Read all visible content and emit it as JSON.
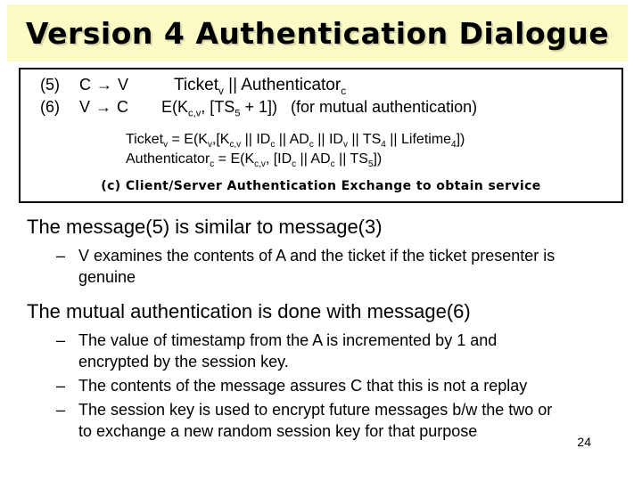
{
  "slide": {
    "title": "Version 4 Authentication Dialogue",
    "page_number": "24"
  },
  "colors": {
    "title_background": "#fbfbc6",
    "text": "#000000",
    "box_border": "#000000",
    "slide_background": "#ffffff"
  },
  "protocol": {
    "rows": [
      {
        "num": "(5)",
        "src": "C",
        "arrow": "→",
        "dst": "V",
        "msg_html": "Ticket<sub>v</sub> || Authenticator<sub>c</sub>"
      },
      {
        "num": "(6)",
        "src": "V",
        "arrow": "→",
        "dst": "C",
        "msg_html": "E(K<sub>c,v</sub>, [TS<sub>5</sub> + 1])   (for mutual authentication)"
      }
    ],
    "formulas_html": [
      "Ticket<sub>v</sub> = E(K<sub>v</sub>,[K<sub>c,v</sub> || ID<sub>c</sub> || AD<sub>c</sub> || ID<sub>v</sub> || TS<sub>4</sub> || Lifetime<sub>4</sub>])",
      "Authenticator<sub>c</sub> = E(K<sub>c,v</sub>, [ID<sub>c</sub> || AD<sub>c</sub> || TS<sub>5</sub>])"
    ],
    "caption": "(c) Client/Server Authentication Exchange to obtain service"
  },
  "sections": [
    {
      "heading": "The message(5) is similar to message(3)",
      "bullets": [
        {
          "marker": "–",
          "text": "V examines the contents of A and the ticket if the ticket presenter is\ngenuine"
        }
      ]
    },
    {
      "heading": "The mutual authentication is done with message(6)",
      "bullets": [
        {
          "marker": "–",
          "text": "The value of timestamp from the A is incremented by 1 and\nencrypted by the session key."
        },
        {
          "marker": "–",
          "text": "The contents of the message assures C that this is not a replay"
        },
        {
          "marker": "–",
          "text": "The session key is used to encrypt future messages b/w the two or\nto exchange a new random session key for that purpose"
        }
      ]
    }
  ]
}
